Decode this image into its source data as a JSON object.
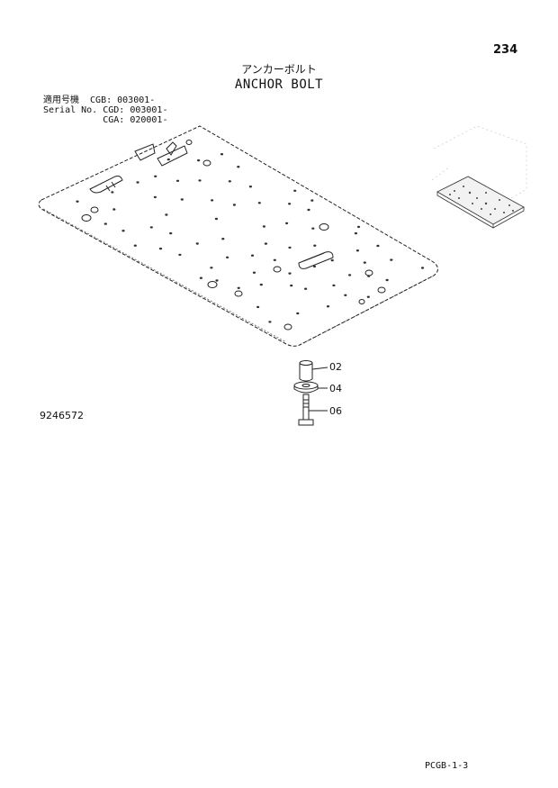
{
  "page_number": "234",
  "title_jp": "アンカーボルト",
  "title_en": "ANCHOR BOLT",
  "serial_info": {
    "line1": "適用号機  CGB: 003001-",
    "line2": "Serial No. CGD: 003001-",
    "line3": "           CGA: 020001-"
  },
  "parts": {
    "p02": "02",
    "p04": "04",
    "p06": "06"
  },
  "drawing_number": "9246572",
  "footer_code": "PCGB-1-3"
}
